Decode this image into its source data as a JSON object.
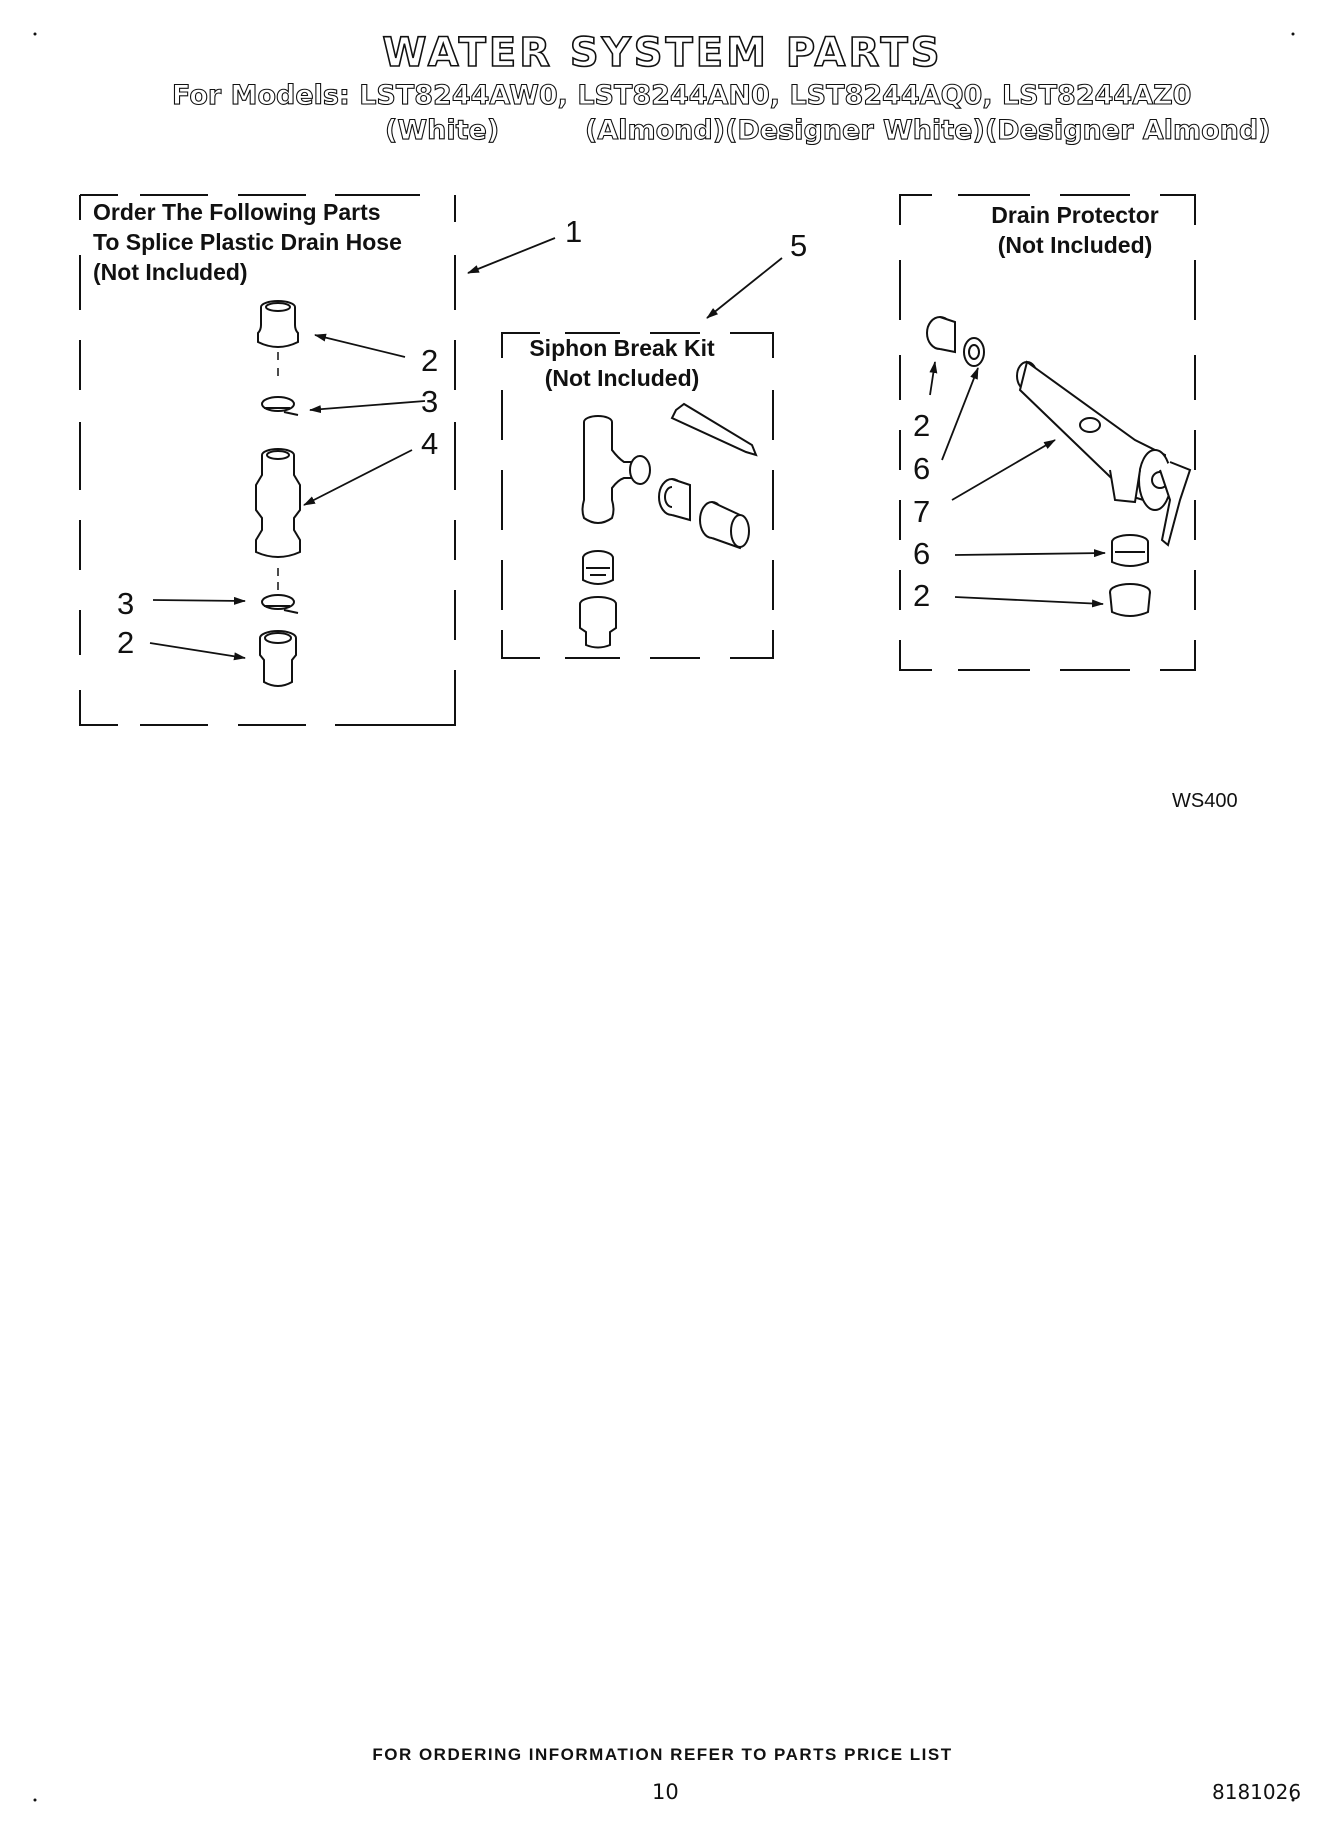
{
  "header": {
    "title": "WATER SYSTEM PARTS",
    "models_line": "For Models: LST8244AW0, LST8244AN0, LST8244AQ0, LST8244AZ0",
    "variant_white": "(White)",
    "variant_others": "(Almond)(Designer White)(Designer Almond)"
  },
  "boxes": {
    "splice": {
      "line1": "Order The Following Parts",
      "line2": "To Splice Plastic Drain Hose",
      "line3": "(Not Included)"
    },
    "siphon": {
      "line1": "Siphon Break Kit",
      "line2": "(Not Included)"
    },
    "drain": {
      "line1": "Drain Protector",
      "line2": "(Not Included)"
    }
  },
  "callouts": {
    "c1": "1",
    "c5": "5",
    "left_2a": "2",
    "left_3a": "3",
    "left_4": "4",
    "left_3b": "3",
    "left_2b": "2",
    "right_2a": "2",
    "right_6a": "6",
    "right_7": "7",
    "right_6b": "6",
    "right_2b": "2"
  },
  "figure_code": "WS400",
  "footer": {
    "ordering_note": "FOR ORDERING INFORMATION REFER TO PARTS PRICE LIST",
    "page_number": "10",
    "doc_number": "8181026"
  }
}
